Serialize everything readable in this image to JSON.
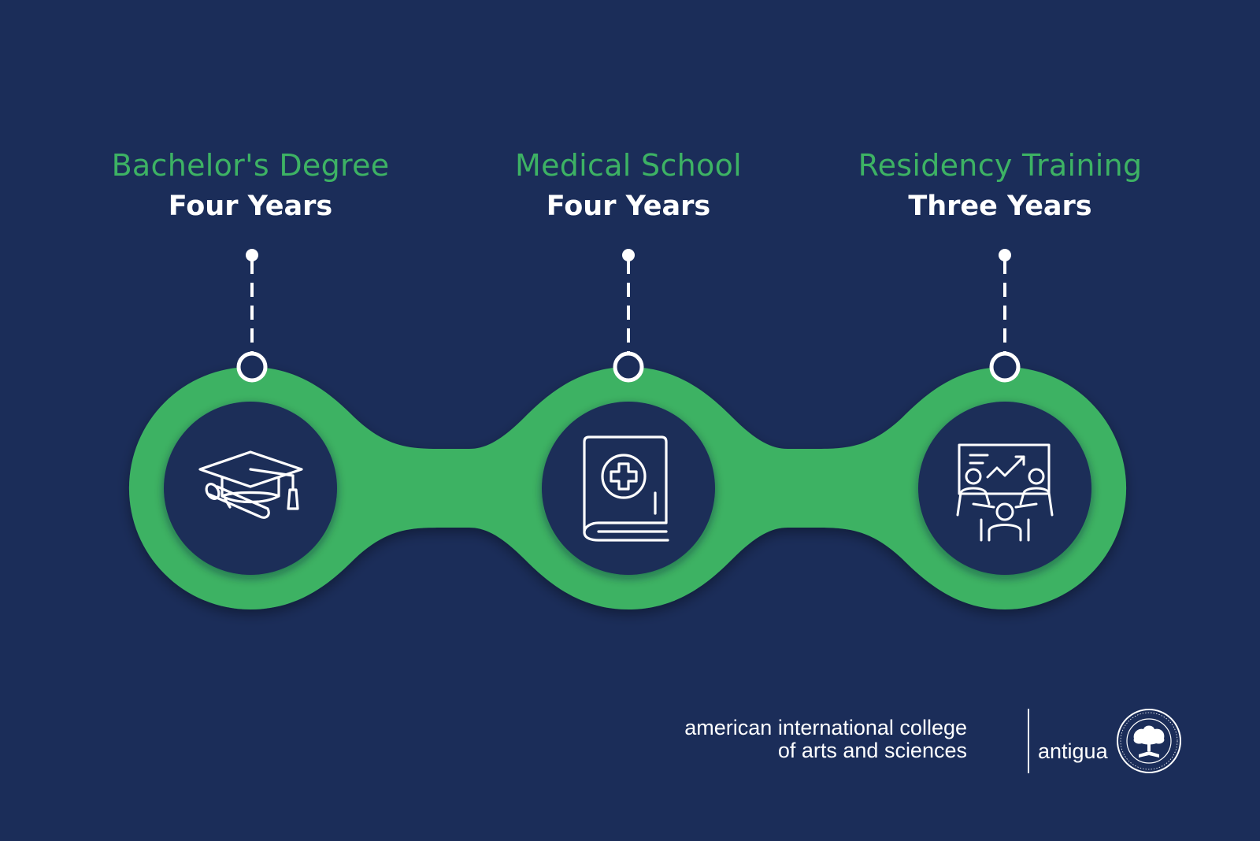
{
  "steps": [
    {
      "title": "Bachelor's Degree",
      "duration": "Four Years",
      "icon": "graduation-cap-icon"
    },
    {
      "title": "Medical School",
      "duration": "Four Years",
      "icon": "medical-book-icon"
    },
    {
      "title": "Residency Training",
      "duration": "Three Years",
      "icon": "presentation-meeting-icon"
    }
  ],
  "logo": {
    "line1": "american international college",
    "line2": "of arts and sciences",
    "place": "antigua",
    "seal_icon": "college-seal-tree-icon"
  },
  "colors": {
    "background": "#1b2d59",
    "accent_green": "#3db264",
    "text_white": "#ffffff"
  }
}
